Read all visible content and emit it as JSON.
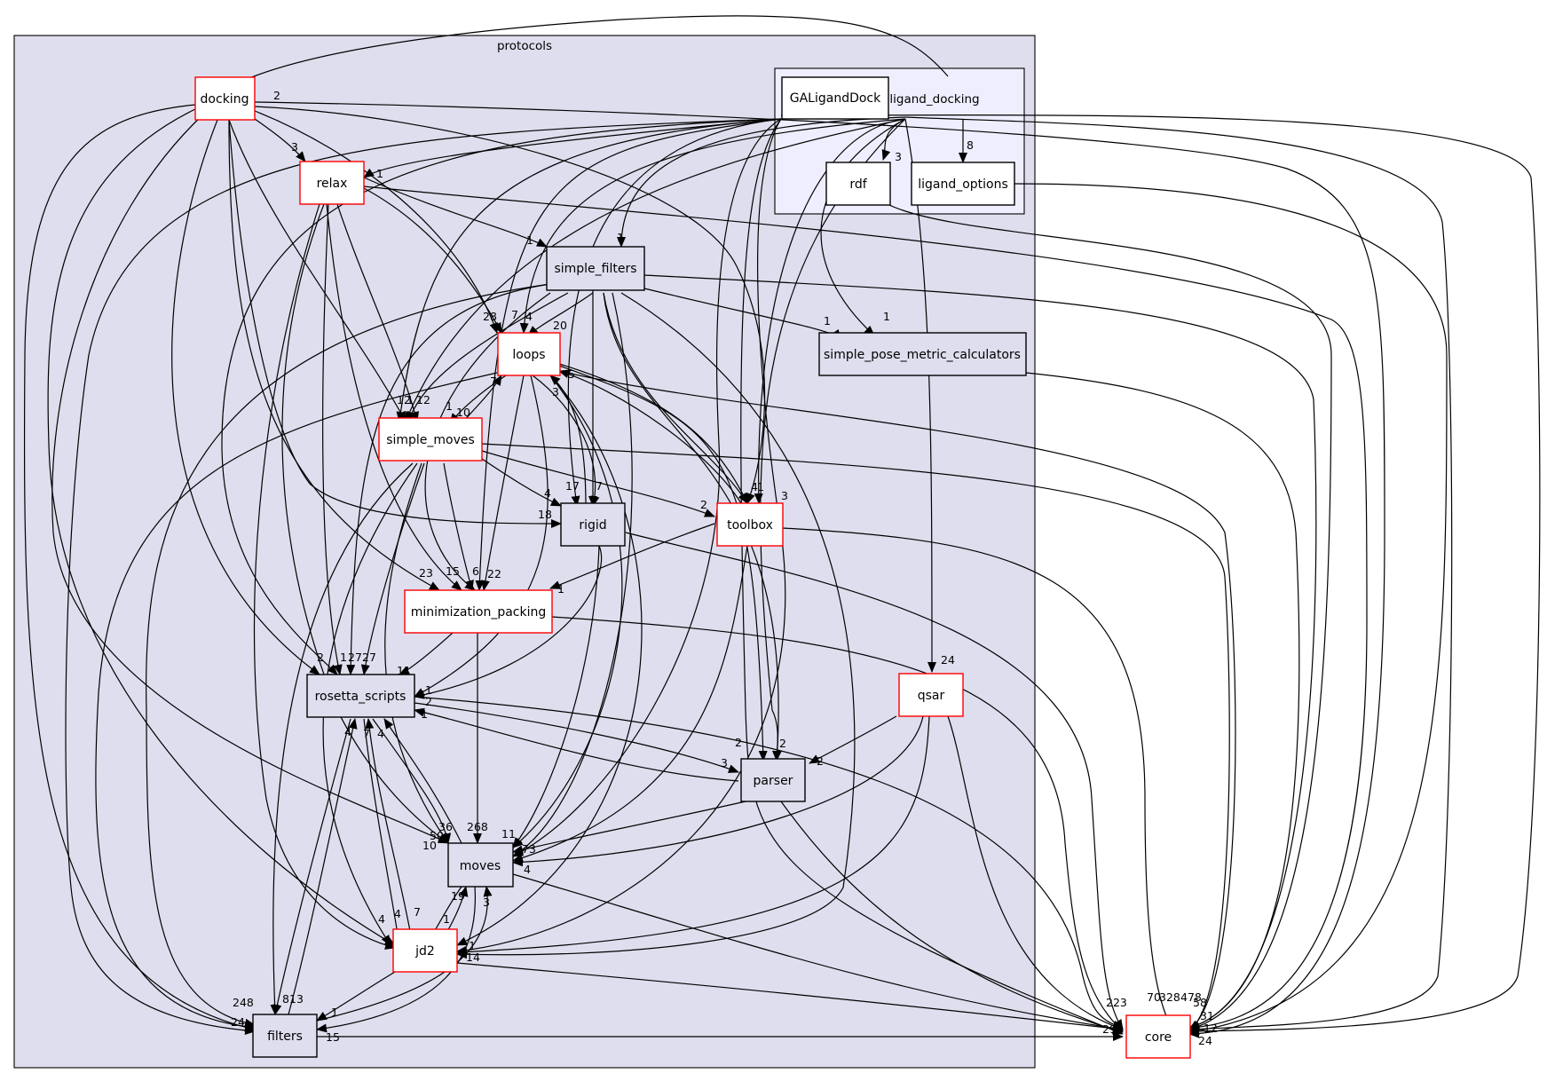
{
  "colors": {
    "highlight_border": "#ff0000",
    "normal_border": "#000000",
    "cluster_fill": "#dedeee",
    "subcluster_fill": "#eeeeff",
    "leaf_fill": "#ffffff"
  },
  "clusters": {
    "protocols": "protocols",
    "ligand_docking": "ligand_docking"
  },
  "nodes": {
    "docking": "docking",
    "relax": "relax",
    "simple_filters": "simple_filters",
    "loops": "loops",
    "simple_moves": "simple_moves",
    "rigid": "rigid",
    "toolbox": "toolbox",
    "minimization_packing": "minimization_packing",
    "rosetta_scripts": "rosetta_scripts",
    "parser": "parser",
    "moves": "moves",
    "jd2": "jd2",
    "filters": "filters",
    "qsar": "qsar",
    "simple_pose_metric_calculators": "simple_pose_metric_calculators",
    "GALigandDock": "GALigandDock",
    "rdf": "rdf",
    "ligand_options": "ligand_options",
    "core": "core"
  },
  "edge_labels": {
    "l_docking_in": "2",
    "l_relax_from_docking": "3",
    "l_relax_1": "1",
    "l_sf_1a": "1",
    "l_sf_1b": "1",
    "l_rdf": "3",
    "l_lopt": "8",
    "l_spmc_1a": "1",
    "l_spmc_1b": "1",
    "l_loops_28": "28",
    "l_loops_7": "7",
    "l_loops_4": "4",
    "l_loops_20": "20",
    "l_sm_12a": "12",
    "l_sm_1": "1",
    "l_sm_12b": "12",
    "l_sm_10": "10",
    "l_sm_1b": "1",
    "l_loops_7b": "7",
    "l_loops_3": "3",
    "l_loops_5": "5",
    "l_rigid_4": "4",
    "l_rigid_17": "17",
    "l_rigid_7": "7",
    "l_rigid_18": "18",
    "l_tb_2": "2",
    "l_tb_4": "4",
    "l_tb_1": "1",
    "l_tb_3": "3",
    "l_mp_23": "23",
    "l_mp_15": "15",
    "l_mp_6": "6",
    "l_mp_22": "22",
    "l_mp_1": "1",
    "l_rs_2": "2",
    "l_rs_1": "1",
    "l_rs_2b": "2",
    "l_rs_7": "7",
    "l_rs_27": "27",
    "l_rs_11": "11",
    "l_rs_1b": "1",
    "l_rs_2c": "2",
    "l_rs_1c": "1",
    "l_rs_4": "4",
    "l_rs_7b": "7",
    "l_rs_4b": "4",
    "l_qsar_24": "24",
    "l_parser_2": "2",
    "l_parser_2b": "2",
    "l_parser_3": "3",
    "l_parser_2c": "2",
    "l_moves_36": "36",
    "l_moves_50": "50",
    "l_moves_10": "10",
    "l_moves_268": "268",
    "l_moves_11": "11",
    "l_moves_73": "73",
    "l_moves_4": "4",
    "l_moves_3": "3",
    "l_moves_19": "19",
    "l_jd2_1": "1",
    "l_jd2_4": "4",
    "l_jd2_4b": "4",
    "l_jd2_7": "7",
    "l_jd2_14": "14",
    "l_jd2_1b": "1",
    "l_filters_248": "248",
    "l_filters_8": "8",
    "l_filters_13": "13",
    "l_filters_24": "24",
    "l_filters_15": "15",
    "l_filters_1": "1",
    "l_core_223": "223",
    "l_core_70": "70",
    "l_core_328": "328",
    "l_core_478": "478",
    "l_core_58": "58",
    "l_core_31": "31",
    "l_core_12": "12",
    "l_core_24": "24",
    "l_core_29": "29"
  }
}
